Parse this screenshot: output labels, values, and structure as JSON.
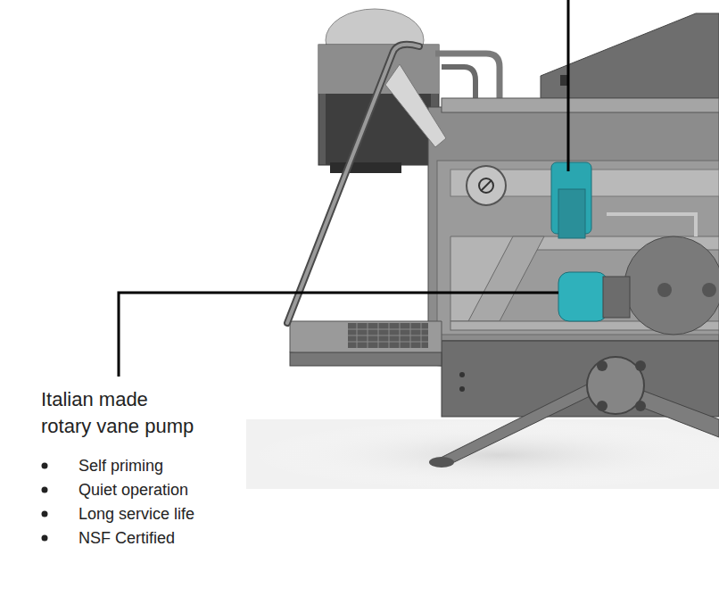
{
  "diagram": {
    "labels": [
      "Italian made rotary vane pump",
      "Self priming",
      "Quiet operation",
      "Long service life",
      "NSF Certified"
    ]
  }
}
